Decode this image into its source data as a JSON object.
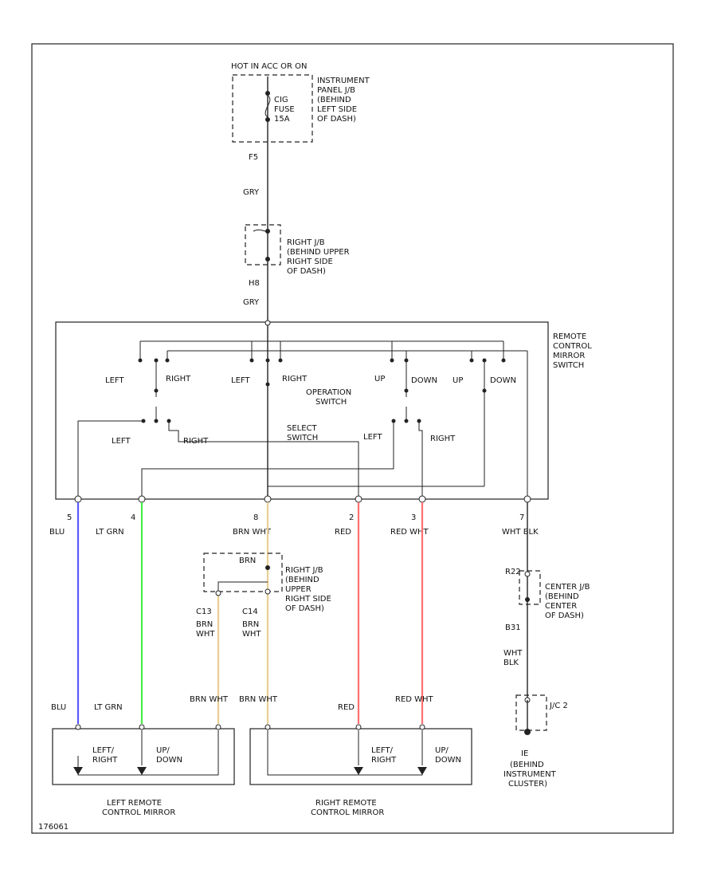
{
  "fuse_box": {
    "header": "HOT IN ACC OR ON",
    "fuse_label": [
      "CIG",
      "FUSE",
      "15A"
    ],
    "location": [
      "INSTRUMENT",
      "PANEL J/B",
      "(BEHIND",
      "LEFT SIDE",
      "OF DASH)"
    ],
    "pin": "F5"
  },
  "j_b_upper": {
    "wire_color_top": "GRY",
    "location": [
      "RIGHT J/B",
      "(BEHIND UPPER",
      "RIGHT SIDE",
      "OF DASH)"
    ],
    "pin": "H8",
    "wire_color_bottom": "GRY"
  },
  "remote_switch": {
    "name": [
      "REMOTE",
      "CONTROL",
      "MIRROR",
      "SWITCH"
    ],
    "operation_labels": [
      "LEFT",
      "RIGHT",
      "LEFT",
      "RIGHT",
      "UP",
      "DOWN",
      "UP",
      "DOWN"
    ],
    "operation_name": [
      "OPERATION",
      "SWITCH"
    ],
    "select_labels": [
      "LEFT",
      "RIGHT",
      "LEFT",
      "RIGHT"
    ],
    "select_name": [
      "SELECT",
      "SWITCH"
    ]
  },
  "pins": [
    {
      "num": "5",
      "color": "BLU"
    },
    {
      "num": "4",
      "color": "LT GRN"
    },
    {
      "num": "8",
      "color": "BRN WHT"
    },
    {
      "num": "2",
      "color": "RED"
    },
    {
      "num": "3",
      "color": "RED WHT"
    },
    {
      "num": "7",
      "color": "WHT BLK"
    }
  ],
  "j_b_lower": {
    "inner_label": "BRN",
    "location": [
      "RIGHT J/B",
      "(BEHIND",
      "UPPER",
      "RIGHT SIDE",
      "OF DASH)"
    ],
    "left_pin": "C13",
    "right_pin": "C14",
    "left_color": [
      "BRN",
      "WHT"
    ],
    "right_color": [
      "BRN",
      "WHT"
    ]
  },
  "center_jb": {
    "top_pin": "R22",
    "location": [
      "CENTER J/B",
      "(BEHIND",
      "CENTER",
      "OF DASH)"
    ],
    "bottom_pin": "B31",
    "color": [
      "WHT",
      "BLK"
    ],
    "connector": "J/C 2"
  },
  "ground": {
    "name": "IE",
    "location": [
      "(BEHIND",
      "INSTRUMENT",
      "CLUSTER)"
    ]
  },
  "left_mirror": {
    "top_labels": [
      "BLU",
      "LT GRN",
      "BRN WHT"
    ],
    "motor_left": [
      "LEFT/",
      "RIGHT"
    ],
    "motor_right": [
      "UP/",
      "DOWN"
    ],
    "name": [
      "LEFT REMOTE",
      "CONTROL MIRROR"
    ]
  },
  "right_mirror": {
    "top_labels": [
      "BRN WHT",
      "RED",
      "RED WHT"
    ],
    "motor_left": [
      "LEFT/",
      "RIGHT"
    ],
    "motor_right": [
      "UP/",
      "DOWN"
    ],
    "name": [
      "RIGHT REMOTE",
      "CONTROL MIRROR"
    ]
  },
  "figure_code": "176061",
  "wire_colors": {
    "blu": "#5a5aff",
    "lt_grn": "#44ee44",
    "brn_wht": "#e8cf94",
    "red": "#ff6f6f",
    "red_wht": "#ff6f6f"
  }
}
